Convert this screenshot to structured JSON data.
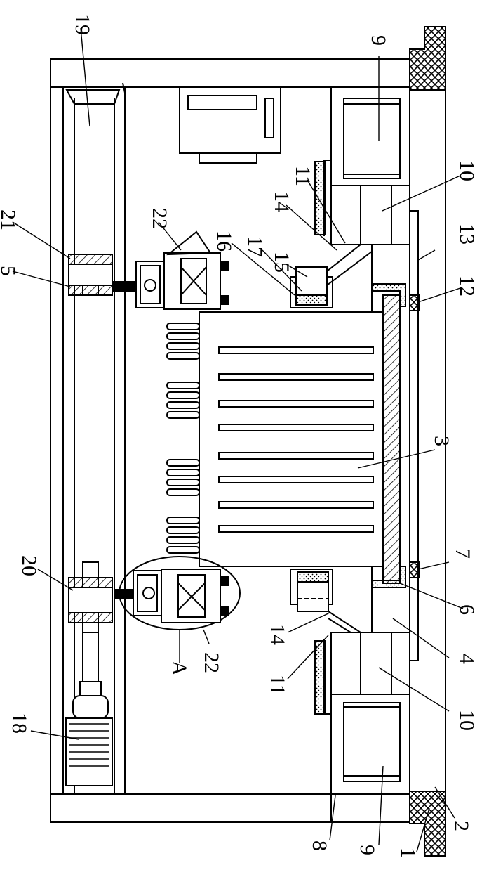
{
  "diagram": {
    "labels": {
      "n1": "1",
      "n2": "2",
      "n3": "3",
      "n4": "4",
      "n5": "5",
      "n6": "6",
      "n7": "7",
      "n8": "8",
      "n9a": "9",
      "n9b": "9",
      "n10a": "10",
      "n10b": "10",
      "n11a": "11",
      "n11b": "11",
      "n12": "12",
      "n13": "13",
      "n14a": "14",
      "n14b": "14",
      "n15": "15",
      "n16": "16",
      "n17": "17",
      "n18": "18",
      "n19": "19",
      "n20": "20",
      "n21": "21",
      "n22a": "22",
      "n22b": "22",
      "nA": "A"
    }
  }
}
